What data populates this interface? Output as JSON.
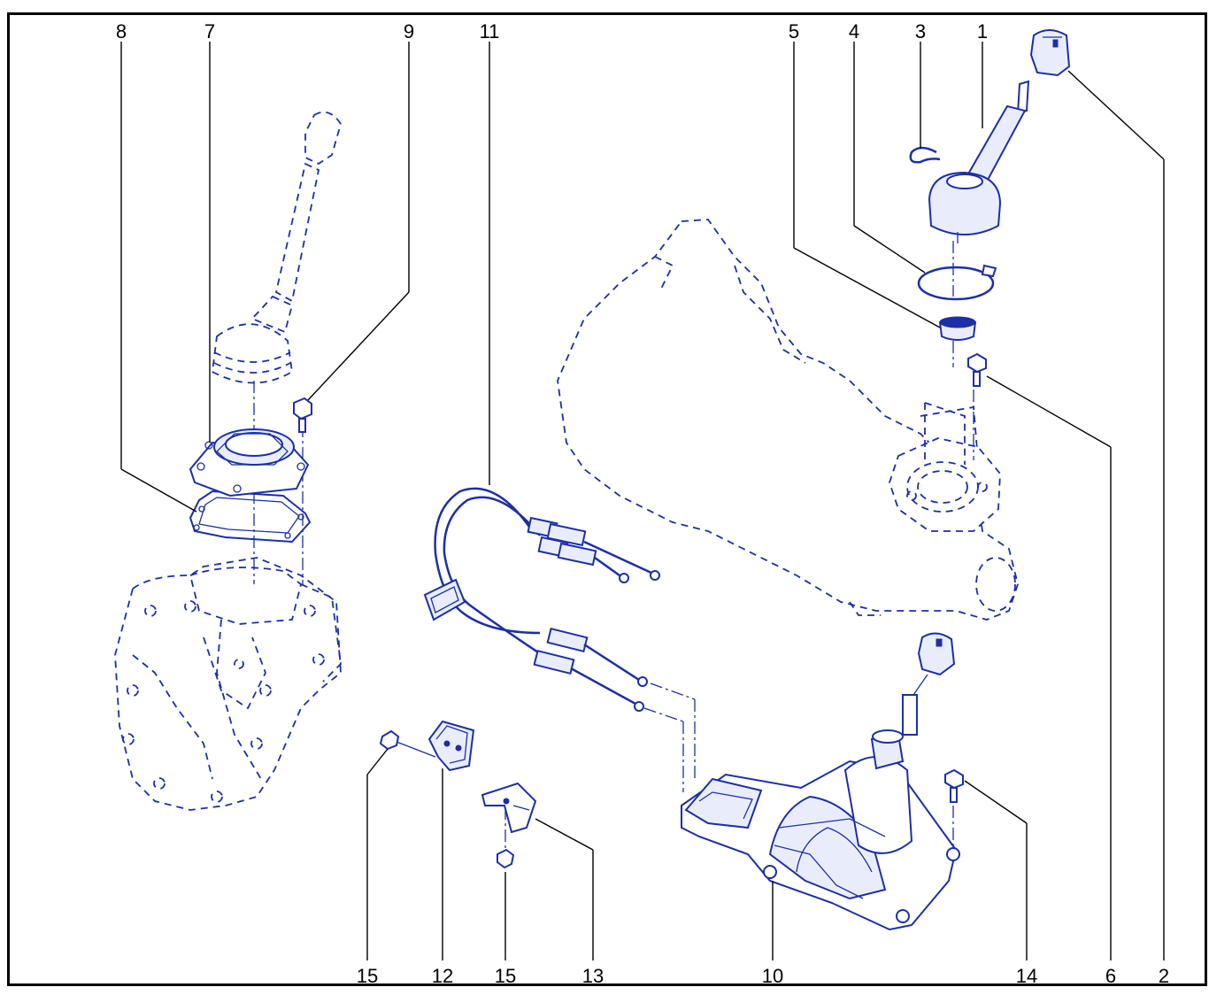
{
  "callouts": [
    {
      "id": "8",
      "text": "8"
    },
    {
      "id": "7",
      "text": "7"
    },
    {
      "id": "9",
      "text": "9"
    },
    {
      "id": "11",
      "text": "11"
    },
    {
      "id": "5",
      "text": "5"
    },
    {
      "id": "4",
      "text": "4"
    },
    {
      "id": "3",
      "text": "3"
    },
    {
      "id": "1",
      "text": "1"
    },
    {
      "id": "15a",
      "text": "15"
    },
    {
      "id": "12",
      "text": "12"
    },
    {
      "id": "15b",
      "text": "15"
    },
    {
      "id": "13",
      "text": "13"
    },
    {
      "id": "10",
      "text": "10"
    },
    {
      "id": "14",
      "text": "14"
    },
    {
      "id": "6",
      "text": "6"
    },
    {
      "id": "2",
      "text": "2"
    }
  ],
  "colors": {
    "line": "#1b2fa6",
    "frame": "#000000"
  }
}
